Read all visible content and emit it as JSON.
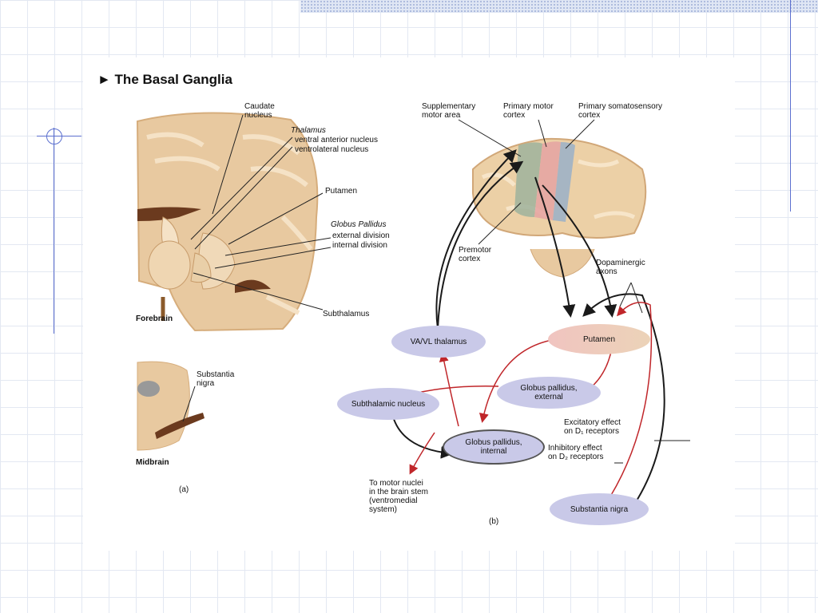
{
  "title": "► The Basal Ganglia",
  "panel_a": {
    "labels": {
      "caudate": "Caudate\nnucleus",
      "thalamus": "Thalamus",
      "ventral_anterior": "ventral anterior nucleus",
      "ventrolateral": "ventrolateral nucleus",
      "putamen": "Putamen",
      "globus_pallidus": "Globus Pallidus",
      "external_division": "external division",
      "internal_division": "internal division",
      "subthalamus": "Subthalamus",
      "forebrain": "Forebrain",
      "substantia_nigra": "Substantia\nnigra",
      "midbrain": "Midbrain",
      "caption": "(a)"
    }
  },
  "panel_b": {
    "labels": {
      "supplementary_motor": "Supplementary\nmotor area",
      "primary_motor": "Primary motor\ncortex",
      "primary_somatosensory": "Primary somatosensory\ncortex",
      "premotor": "Premotor\ncortex",
      "dopaminergic": "Dopaminergic\naxons",
      "excitatory": "Excitatory effect\non D₁ receptors",
      "inhibitory": "Inhibitory effect\non D₂ receptors",
      "motor_nuclei": "To motor nuclei\nin the brain stem\n(ventromedial\nsystem)",
      "caption": "(b)"
    },
    "nodes": {
      "va_vl_thalamus": "VA/VL thalamus",
      "putamen": "Putamen",
      "gp_external": "Globus pallidus,\nexternal",
      "subthalamic_nucleus": "Subthalamic nucleus",
      "gp_internal": "Globus pallidus,\ninternal",
      "substantia_nigra": "Substantia nigra"
    }
  },
  "colors": {
    "excitatory_arrow": "#1a1a1a",
    "inhibitory_arrow": "#c0262a",
    "node_fill": "#c9c9e8",
    "brain_tissue": "#e8c9a0"
  }
}
